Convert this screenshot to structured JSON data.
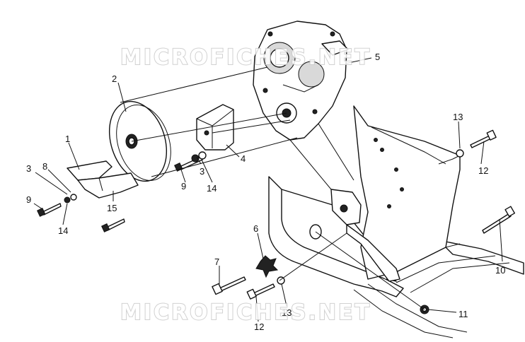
{
  "watermarks": [
    "MICROFICHES.NET",
    "MICROFICHES.NET"
  ],
  "callouts": [
    {
      "id": "c1",
      "text": "1"
    },
    {
      "id": "c2",
      "text": "2"
    },
    {
      "id": "c3a",
      "text": "3"
    },
    {
      "id": "c3b",
      "text": "3"
    },
    {
      "id": "c4",
      "text": "4"
    },
    {
      "id": "c5",
      "text": "5"
    },
    {
      "id": "c6",
      "text": "6"
    },
    {
      "id": "c7",
      "text": "7"
    },
    {
      "id": "c8",
      "text": "8"
    },
    {
      "id": "c9a",
      "text": "9"
    },
    {
      "id": "c9b",
      "text": "9"
    },
    {
      "id": "c10",
      "text": "10"
    },
    {
      "id": "c11",
      "text": "11"
    },
    {
      "id": "c12a",
      "text": "12"
    },
    {
      "id": "c12b",
      "text": "12"
    },
    {
      "id": "c13a",
      "text": "13"
    },
    {
      "id": "c13b",
      "text": "13"
    },
    {
      "id": "c14a",
      "text": "14"
    },
    {
      "id": "c14b",
      "text": "14"
    },
    {
      "id": "c15",
      "text": "15"
    }
  ]
}
